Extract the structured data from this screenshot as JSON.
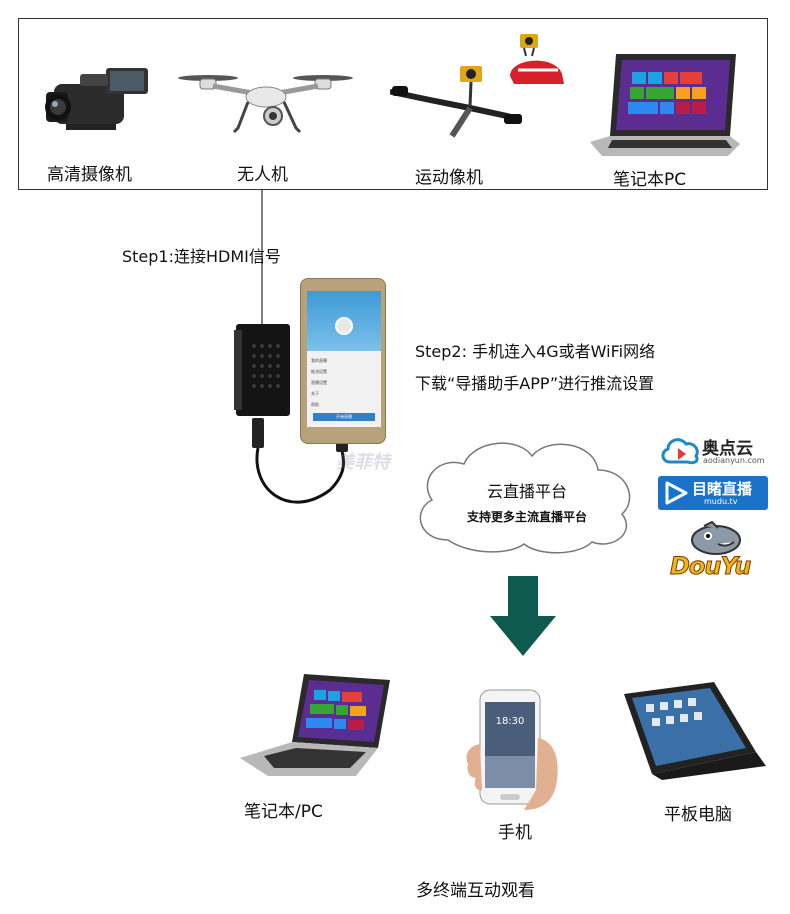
{
  "sources": {
    "camcorder_label": "高清摄像机",
    "drone_label": "无人机",
    "action_camera_label": "运动像机",
    "laptop_label": "笔记本PC"
  },
  "steps": {
    "step1": "Step1:连接HDMI信号",
    "step2_line1": "Step2: 手机连入4G或者WiFi网络",
    "step2_line2": "下载“导播助手APP”进行推流设置"
  },
  "cloud": {
    "title": "云直播平台",
    "subtitle": "支持更多主流直播平台"
  },
  "platforms": {
    "aodianyun_name": "奥点云",
    "aodianyun_url": "aodianyun.com",
    "mudu_name": "目睹直播",
    "mudu_url": "mudu.tv",
    "douyu_name": "DouYu"
  },
  "phone_app": {
    "menu_items": [
      "我的直播",
      "推流设置",
      "直播设置",
      "关于",
      "帮助"
    ],
    "button_label": "开始直播"
  },
  "phone_screen_time": "18:30",
  "watermark": "美菲特",
  "terminals": {
    "laptop_label": "笔记本/PC",
    "phone_label": "手机",
    "tablet_label": "平板电脑",
    "footer": "多终端互动观看"
  },
  "colors": {
    "arrow": "#0f5a4f",
    "aodianyun": "#1e88c8",
    "mudu": "#1a73c9",
    "douyu_yellow": "#f3b31a"
  }
}
